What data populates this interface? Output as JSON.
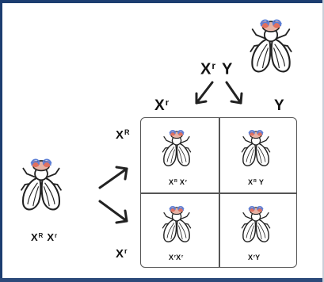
{
  "male_parent": {
    "genotype_base1": "X",
    "genotype_sup1": "r",
    "genotype_base2": "Y"
  },
  "female_parent": {
    "genotype_base1": "X",
    "genotype_sup1": "R",
    "genotype_base2": "X",
    "genotype_sup2": "r"
  },
  "male_gametes": [
    {
      "base": "X",
      "sup": "r"
    },
    {
      "base": "Y",
      "sup": ""
    }
  ],
  "female_gametes": [
    {
      "base": "X",
      "sup": "R"
    },
    {
      "base": "X",
      "sup": "r"
    }
  ],
  "offspring": [
    {
      "b1": "X",
      "s1": "R",
      "b2": "X",
      "s2": "r"
    },
    {
      "b1": "X",
      "s1": "R",
      "b2": "Y",
      "s2": ""
    },
    {
      "b1": "X",
      "s1": "r",
      "b2": "X",
      "s2": "r"
    },
    {
      "b1": "X",
      "s1": "r",
      "b2": "Y",
      "s2": ""
    }
  ],
  "colors": {
    "line": "#222222",
    "eye_red": "#e0705f",
    "eye_blue": "#5c7fd6",
    "frame": "#1c3d70"
  },
  "icon": "fruit-fly-icon"
}
